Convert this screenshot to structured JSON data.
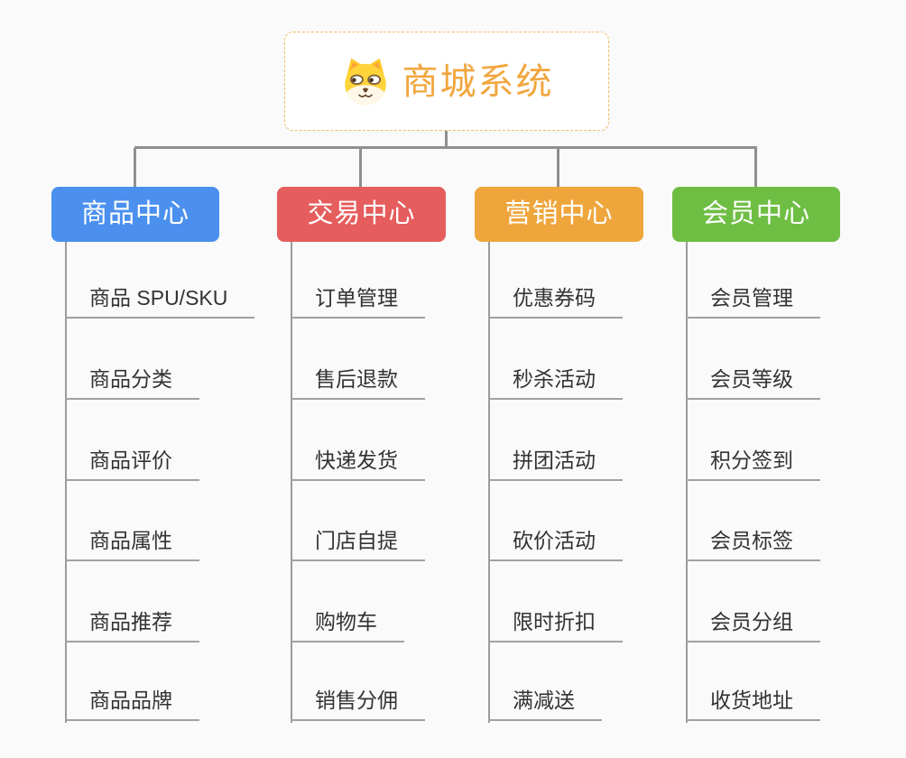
{
  "page": {
    "background": "#FAFAFA"
  },
  "root": {
    "title": "商城系统",
    "icon": "dog-face-icon",
    "title_color": "#F2A63E",
    "border_color": "#F3BC66"
  },
  "lines": {
    "connector_color": "#8F8F8F",
    "underline_color": "#A1A1A1"
  },
  "branches": [
    {
      "label": "商品中心",
      "color": "#4B90EE",
      "items": [
        "商品 SPU/SKU",
        "商品分类",
        "商品评价",
        "商品属性",
        "商品推荐",
        "商品品牌"
      ]
    },
    {
      "label": "交易中心",
      "color": "#E55D5D",
      "items": [
        "订单管理",
        "售后退款",
        "快递发货",
        "门店自提",
        "购物车",
        "销售分佣"
      ]
    },
    {
      "label": "营销中心",
      "color": "#EEA63C",
      "items": [
        "优惠券码",
        "秒杀活动",
        "拼团活动",
        "砍价活动",
        "限时折扣",
        "满减送"
      ]
    },
    {
      "label": "会员中心",
      "color": "#6FBE44",
      "items": [
        "会员管理",
        "会员等级",
        "积分签到",
        "会员标签",
        "会员分组",
        "收货地址"
      ]
    }
  ]
}
